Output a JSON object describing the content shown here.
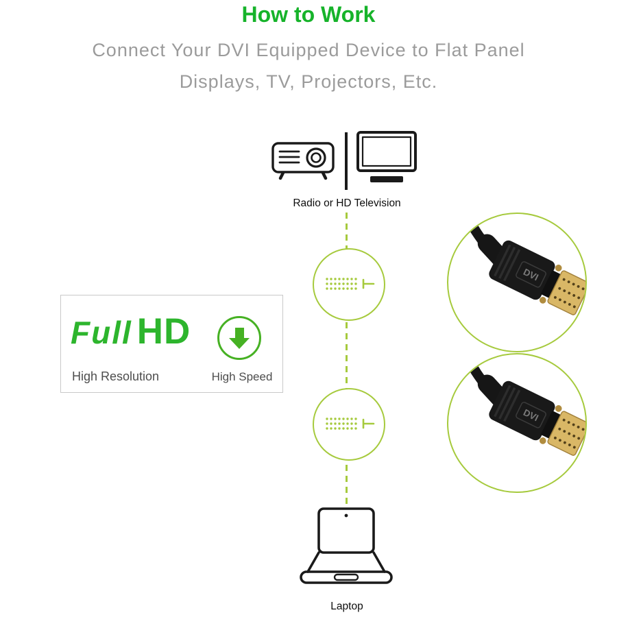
{
  "header": {
    "title": "How to Work",
    "subtitle_line1": "Connect Your DVI Equipped Device to Flat Panel",
    "subtitle_line2": "Displays, TV, Projectors, Etc."
  },
  "labels": {
    "top_device": "Radio or HD Television",
    "bottom_device": "Laptop"
  },
  "feature": {
    "logo_full": "Full",
    "logo_hd": "HD",
    "left_caption": "High Resolution",
    "right_caption": "High Speed"
  },
  "connector": {
    "label": "DVI"
  },
  "icons": {
    "top_left": "projector-icon",
    "top_right": "tv-icon",
    "callout": "dvi-port-icon",
    "photo": "dvi-connector-photo",
    "badge": "down-arrow-icon",
    "bottom": "laptop-icon"
  },
  "colors": {
    "title_green": "#16b32a",
    "subtitle_gray": "#9b9b9b",
    "line_green": "#a6ca3d",
    "logo_green": "#2db52d",
    "arrow_green": "#46b123",
    "ink": "#1a1a1a",
    "text_dark": "#4d4d4d",
    "gold": "#d9b766"
  }
}
